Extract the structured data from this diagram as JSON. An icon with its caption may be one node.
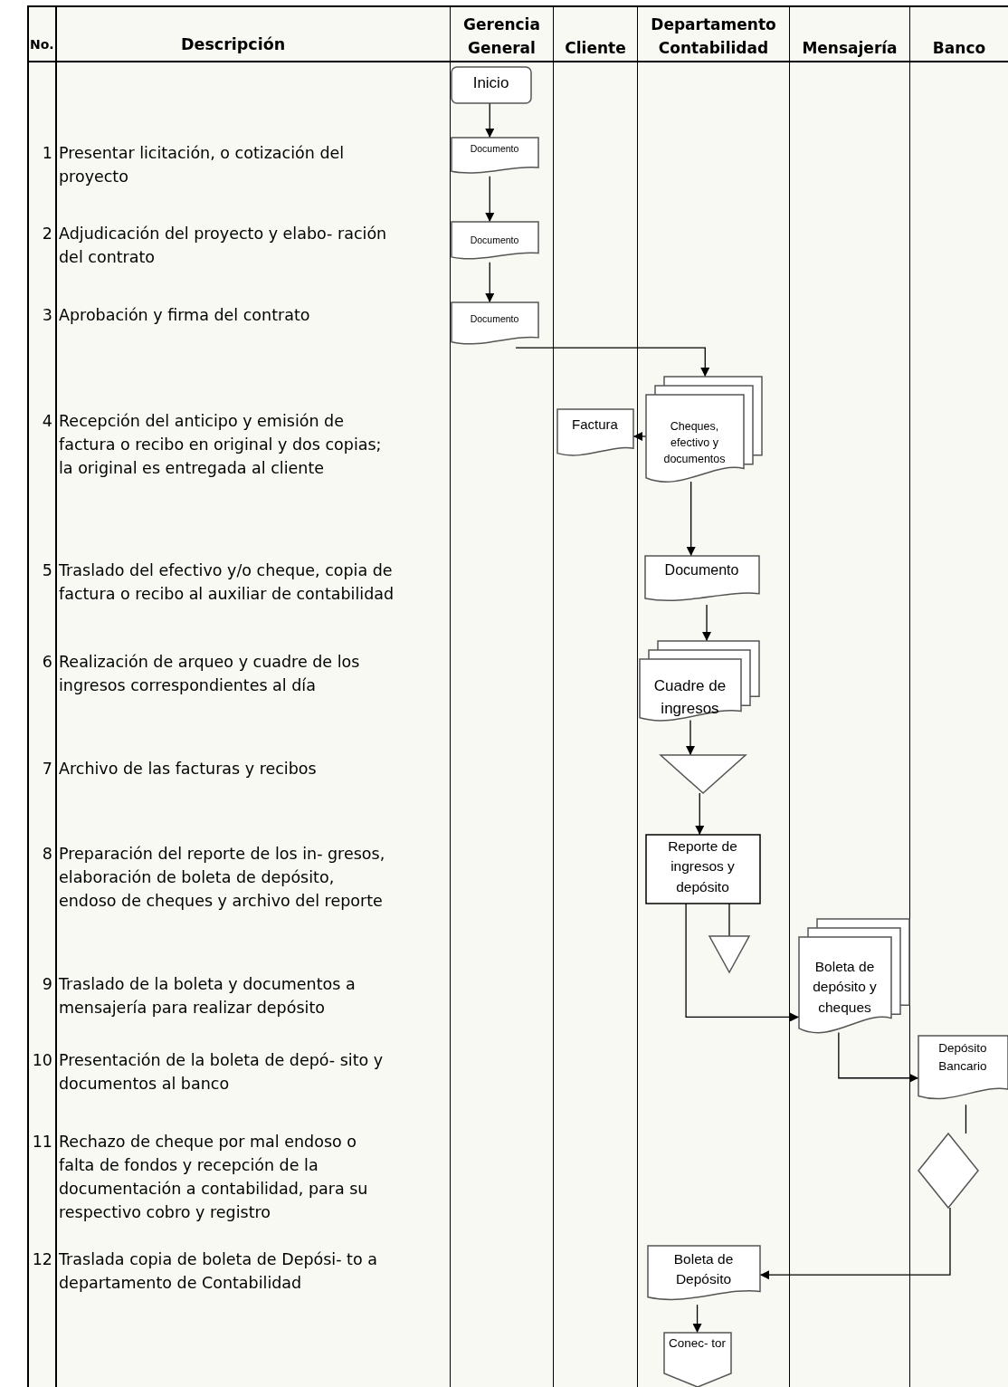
{
  "diagram": {
    "nodes": [
      {
        "text": [
          "Gerencia General"
        ]
      },
      {
        "text": [
          "Cliente"
        ]
      },
      {
        "text": [
          "Departamento Contabilidad"
        ]
      },
      {
        "text": [
          "Mensajería"
        ]
      },
      {
        "text": [
          "Banco"
        ]
      },
      {
        "text": [
          "Inicio"
        ],
        "in": 0
      },
      {
        "text": [
          "Documento"
        ],
        "in": 0
      },
      {
        "text": [
          "Documento"
        ],
        "in": 0
      },
      {
        "text": [
          "Documento"
        ],
        "in": 0
      },
      {
        "text": [
          "Factura"
        ],
        "in": 1
      },
      {
        "text": [
          "Cheques, efectivo y documentos"
        ],
        "in": 2
      },
      {
        "text": [
          "Documento"
        ],
        "in": 2
      },
      {
        "text": [
          "Cuadre de ingresos"
        ],
        "in": 2
      },
      {
        "text": [],
        "shape": "triangle",
        "in": 2
      },
      {
        "text": [
          "Reporte de ingresos y depósito"
        ],
        "in": 2
      },
      {
        "text": [],
        "shape": "triangle",
        "in": 2
      },
      {
        "text": [
          "Boleta de depósito y cheques"
        ],
        "in": 3
      },
      {
        "text": [
          "Depósito Bancario"
        ],
        "in": 4
      },
      {
        "text": [],
        "shape": "diamond",
        "in": 4
      },
      {
        "text": [
          "Boleta de Depósito"
        ],
        "in": 2
      },
      {
        "text": [
          "Conec- tor"
        ],
        "in": 2
      }
    ],
    "edges": [
      {
        "from": 5,
        "to": 6,
        "arrow": "to"
      },
      {
        "from": 6,
        "to": 7,
        "arrow": "to"
      },
      {
        "from": 7,
        "to": 8,
        "arrow": "to"
      },
      {
        "from": 8,
        "to": 10,
        "arrow": "to"
      },
      {
        "from": 10,
        "to": 9,
        "arrow": "to"
      },
      {
        "from": 10,
        "to": 11,
        "arrow": "to"
      },
      {
        "from": 11,
        "to": 12,
        "arrow": "to"
      },
      {
        "from": 12,
        "to": 13,
        "arrow": "to"
      },
      {
        "from": 13,
        "to": 14,
        "arrow": "to"
      },
      {
        "from": 14,
        "to": 15,
        "arrow": "none"
      },
      {
        "from": 14,
        "to": 16,
        "arrow": "to"
      },
      {
        "from": 16,
        "to": 17,
        "arrow": "to"
      },
      {
        "from": 17,
        "to": 18,
        "arrow": "none"
      },
      {
        "from": 18,
        "to": 19,
        "arrow": "to"
      },
      {
        "from": 19,
        "to": 20,
        "arrow": "to"
      }
    ],
    "labels": [
      "No.",
      "Descripción",
      "1",
      "Presentar licitación, o cotización del proyecto",
      "2",
      "Adjudicación del proyecto y elabo- ración del contrato",
      "3",
      "Aprobación y firma del contrato",
      "4",
      "Recepción del anticipo y emisión de factura o recibo en original y dos copias; la original es entregada al cliente",
      "5",
      "Traslado del efectivo y/o cheque, copia de factura o recibo al auxiliar de contabilidad",
      "6",
      "Realización de arqueo y cuadre de los ingresos correspondientes al día",
      "7",
      "Archivo de las facturas y recibos",
      "8",
      "Preparación del reporte de los in- gresos, elaboración de boleta de depósito, endoso de cheques y archivo del reporte",
      "9",
      "Traslado de la boleta y documentos a mensajería para realizar depósito",
      "10",
      "Presentación de la boleta de depó- sito y documentos al banco",
      "11",
      "Rechazo de cheque por mal endoso o falta de fondos y recepción de la documentación a contabilidad, para su respectivo cobro y registro",
      "12",
      "Traslada copia de boleta de Depósi- to a departamento de Contabilidad"
    ]
  }
}
